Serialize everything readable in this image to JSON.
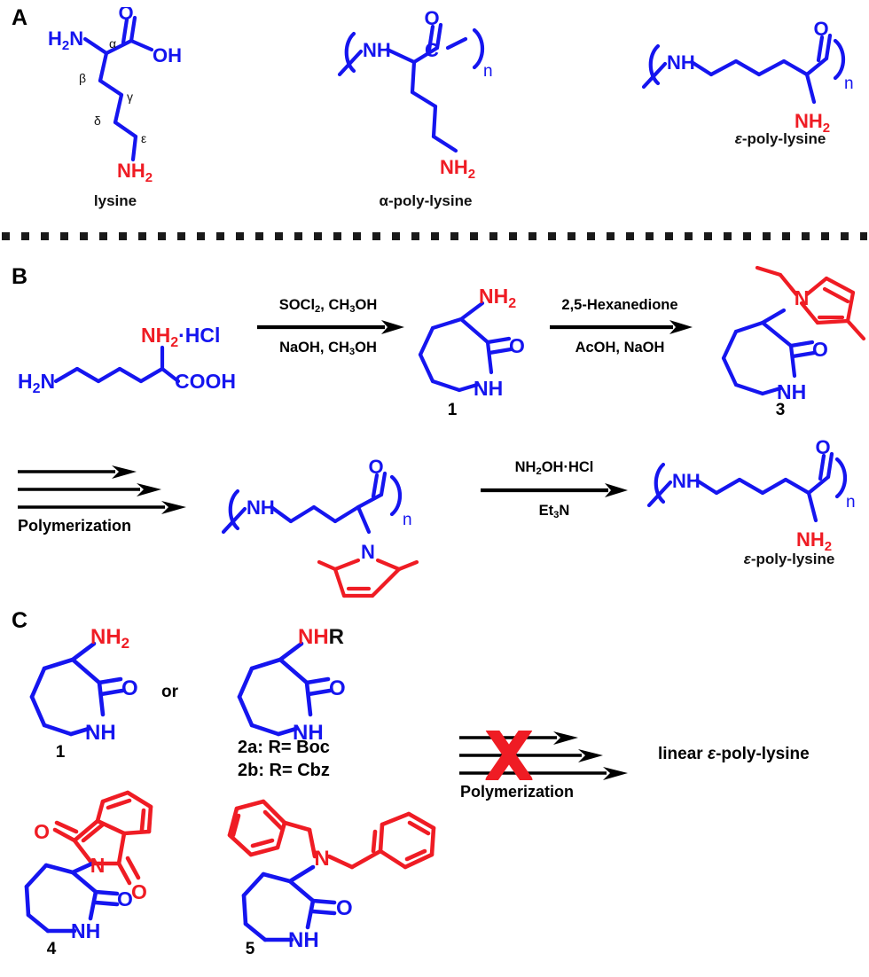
{
  "figure": {
    "title": "Synthesis routes of alpha-poly-lysine and epsilon-poly-lysine",
    "colors": {
      "backbone_blue": "#1515ef",
      "highlight_red": "#ef1c24",
      "text_black": "#111111",
      "divider_black": "#1a1a1a"
    },
    "background": "#ffffff"
  },
  "panels": {
    "a": {
      "letter": "A",
      "structures": [
        {
          "id": "lysine",
          "caption": "lysine",
          "atom_labels": [
            "H2N",
            "O",
            "OH",
            "NH2"
          ],
          "greek_labels": [
            "α",
            "β",
            "γ",
            "δ",
            "ε"
          ]
        },
        {
          "id": "alpha-poly-lysine",
          "caption": "α-poly-lysine",
          "atom_labels": [
            "NH",
            "O",
            "C",
            "n",
            "NH2"
          ]
        },
        {
          "id": "epsilon-poly-lysine",
          "caption": "ε-poly-lysine",
          "caption_italic_prefix": "ε",
          "atom_labels": [
            "NH",
            "O",
            "n",
            "NH2"
          ]
        }
      ]
    },
    "b": {
      "letter": "B",
      "row1": {
        "reactant": {
          "id": "lysine-hydrochloride",
          "atom_labels": [
            "H2N",
            "NH2·HCl",
            "COOH"
          ]
        },
        "arrow1": {
          "above": "SOCl2, CH3OH",
          "above_parts": [
            "SOCl",
            "2",
            ", CH",
            "3",
            "OH"
          ],
          "below": "NaOH, CH3OH",
          "below_parts": [
            "NaOH, CH",
            "3",
            "OH"
          ]
        },
        "product1": {
          "id": "3-amino-caprolactam",
          "label": "1",
          "atom_labels": [
            "NH2",
            "O",
            "NH"
          ]
        },
        "arrow2": {
          "above": "2,5-Hexanedione",
          "below": "AcOH, NaOH"
        },
        "product2": {
          "id": "dimethylpyrrole-caprolactam",
          "label": "3",
          "atom_labels": [
            "N",
            "O",
            "NH"
          ]
        }
      },
      "row2": {
        "arrow_multi": {
          "label": "Polymerization",
          "arrow_count": 3
        },
        "polymer": {
          "id": "pyrrole-protected-epsilon-poly-lysine",
          "atom_labels": [
            "NH",
            "O",
            "n",
            "N"
          ]
        },
        "arrow3": {
          "above": "NH2OH·HCl",
          "above_parts": [
            "NH",
            "2",
            "OH·HCl"
          ],
          "below": "Et3N",
          "below_parts": [
            "Et",
            "3",
            "N"
          ]
        },
        "product": {
          "id": "epsilon-poly-lysine",
          "caption": "ε-poly-lysine",
          "atom_labels": [
            "NH",
            "O",
            "n",
            "NH2"
          ]
        }
      }
    },
    "c": {
      "letter": "C",
      "structures": [
        {
          "id": "compound-1",
          "label": "1",
          "atom_labels": [
            "NH2",
            "O",
            "NH"
          ]
        },
        {
          "id": "or-connector",
          "text": "or"
        },
        {
          "id": "compound-2",
          "label_lines": [
            "2a: R= Boc",
            "2b: R= Cbz"
          ],
          "atom_labels": [
            "NH",
            "R",
            "O",
            "NH"
          ]
        },
        {
          "id": "compound-4",
          "label": "4",
          "atom_labels": [
            "O",
            "N",
            "O",
            "O",
            "NH"
          ]
        },
        {
          "id": "compound-5",
          "label": "5",
          "atom_labels": [
            "N",
            "O",
            "NH"
          ]
        }
      ],
      "failed_reaction": {
        "arrow_label": "Polymerization",
        "cross_mark": "X",
        "cross_color": "#ef1c24",
        "product_text": "linear ε-poly-lysine",
        "arrow_count": 3
      }
    }
  }
}
